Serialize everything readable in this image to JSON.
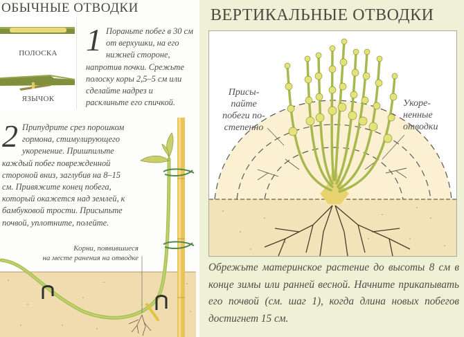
{
  "left_panel": {
    "heading": "ОБЫЧНЫЕ ОТВОДКИ",
    "stem_labels": [
      "ПОЛОСКА",
      "ЯЗЫЧОК"
    ],
    "steps": [
      {
        "number": "1",
        "text": "Пораньте побег в 30 см от верхушки, на его нижней стороне, напротив почки. Срежьте полоску коры 2,5–5 см или сделайте надрез и расклиньте его спичкой."
      },
      {
        "number": "2",
        "text": "Припудрите срез порошком гормона, стимулирующего укоренение. Пришпильте каждый побег поврежденной стороной вниз, заглубив на 8–15 см. Привяжите конец побега, который окажется над землей, к бамбуковой трости. Присыпьте почвой, уплотните, полейте."
      }
    ],
    "root_caption_lines": [
      "Корни, появившиеся",
      "на месте ранения на отводке"
    ]
  },
  "right_panel": {
    "heading": "ВЕРТИКАЛЬНЫЕ ОТВОДКИ",
    "label_left_lines": [
      "Присы-",
      "пайте",
      "побеги по-",
      "степенно"
    ],
    "label_right_lines": [
      "Укоре-",
      "ненные",
      "отводки"
    ],
    "instruction": "Обрежьте материнское растение до высоты 8 см в конце зимы или ранней весной. Начните прикапывать его почвой (см. шаг 1), когда длина новых побегов достигнет 15 см."
  },
  "colors": {
    "right_bg": "#eef1d6",
    "soil": "#f0dcae",
    "stem_green": "#a9c255",
    "bud_yellow": "#e6e27a",
    "bamboo": "#e8c45a",
    "root_dark": "#4a3a2a",
    "text": "#4b4b48"
  }
}
